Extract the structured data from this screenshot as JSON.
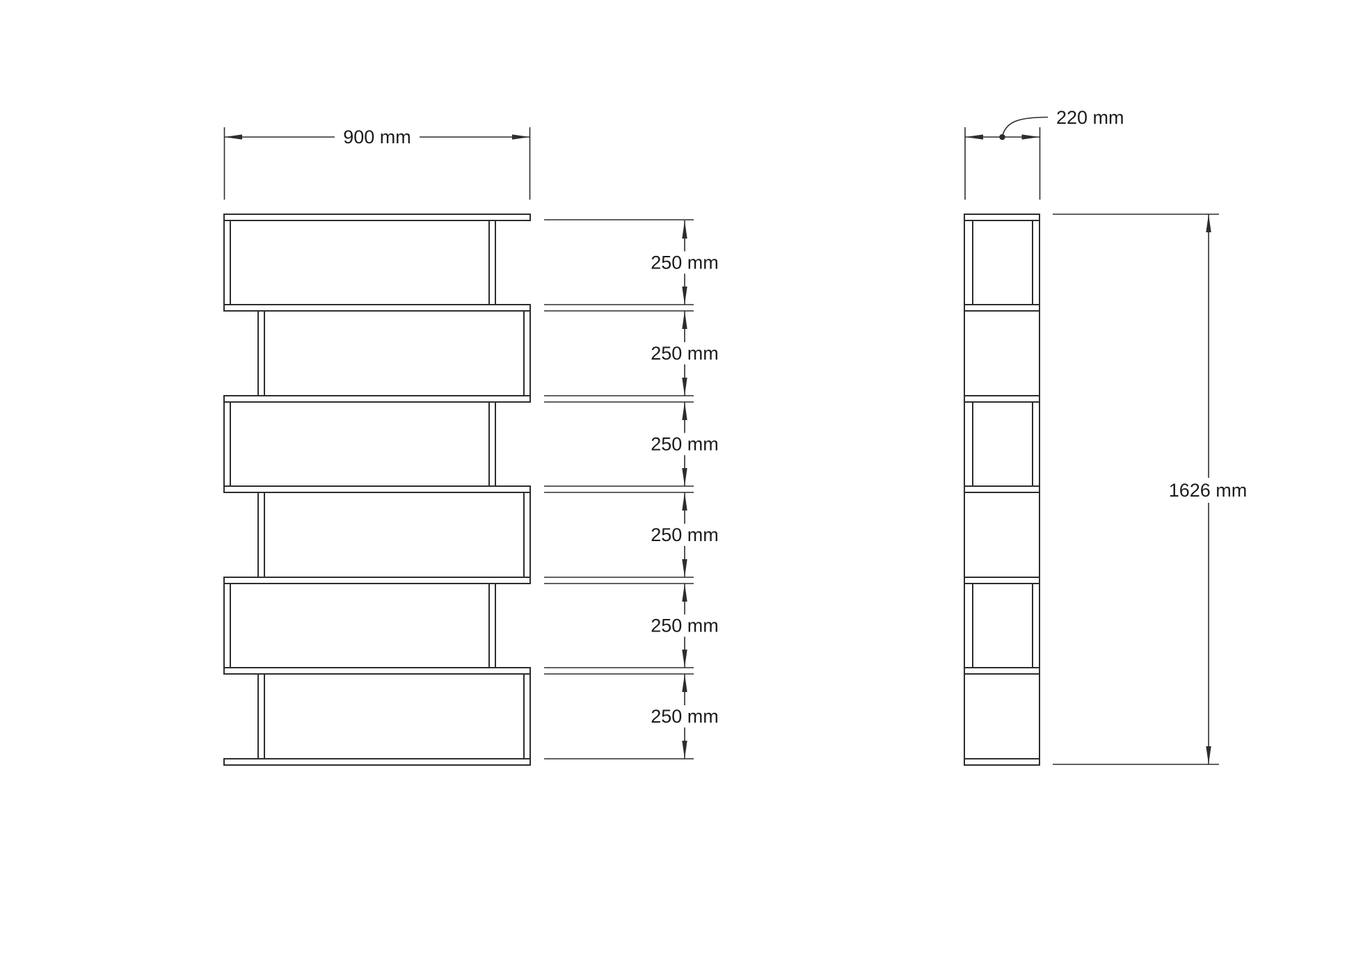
{
  "colors": {
    "line": "#2d2d2d",
    "text": "#1c1c1c",
    "background": "#ffffff"
  },
  "front_view": {
    "width_label": "900 mm",
    "spacing_labels": [
      "250 mm",
      "250 mm",
      "250 mm",
      "250 mm",
      "250 mm",
      "250 mm"
    ]
  },
  "side_view": {
    "depth_label": "220 mm",
    "height_label": "1626 mm"
  }
}
